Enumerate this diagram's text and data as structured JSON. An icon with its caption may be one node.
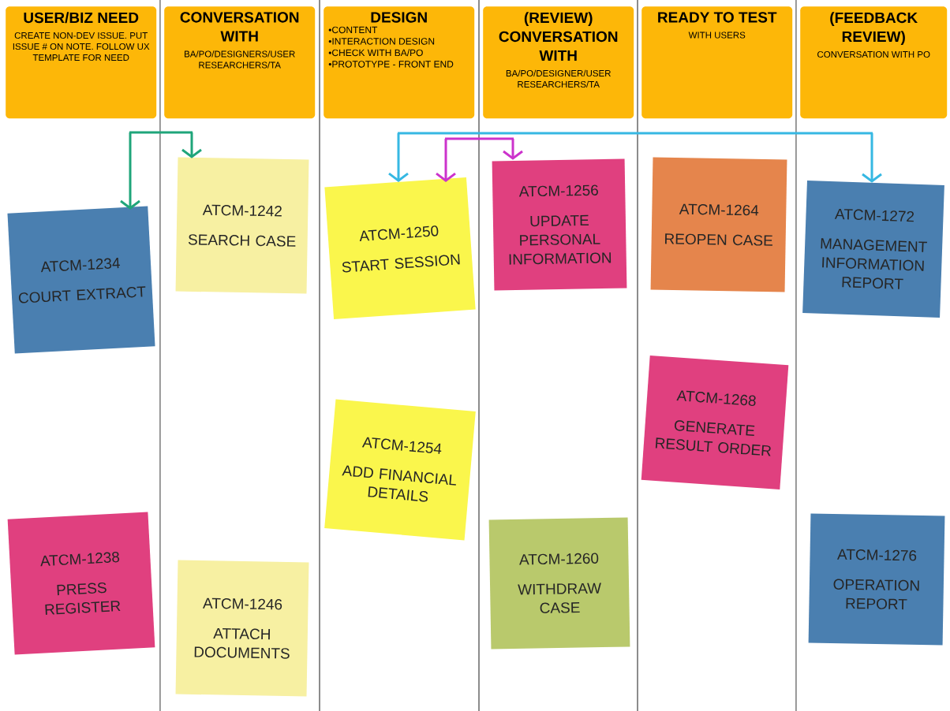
{
  "diagram": {
    "nodes": [
      {
        "text": [
          "USER/BIZ NEED",
          "CREATE NON-DEV ISSUE. PUT ISSUE # ON NOTE. FOLLOW UX TEMPLATE FOR NEED"
        ]
      },
      {
        "text": [
          "CONVERSATION WITH",
          "BA/PO/DESIGNERS/USER RESEARCHERS/TA"
        ]
      },
      {
        "text": [
          "DESIGN",
          "•CONTENT",
          "•INTERACTION DESIGN",
          "•CHECK WITH BA/PO",
          "•PROTOTYPE - FRONT END"
        ]
      },
      {
        "text": [
          "(REVIEW) CONVERSATION WITH",
          "BA/PO/DESIGNER/USER RESEARCHERS/TA"
        ]
      },
      {
        "text": [
          "READY TO TEST",
          "WITH USERS"
        ]
      },
      {
        "text": [
          "(FEEDBACK REVIEW)",
          "CONVERSATION WITH PO"
        ]
      },
      {
        "text": [
          "ATCM-1234",
          "COURT EXTRACT"
        ]
      },
      {
        "text": [
          "ATCM-1238",
          "PRESS REGISTER"
        ]
      },
      {
        "text": [
          "ATCM-1242",
          "SEARCH CASE"
        ]
      },
      {
        "text": [
          "ATCM-1246",
          "ATTACH DOCUMENTS"
        ]
      },
      {
        "text": [
          "ATCM-1250",
          "START SESSION"
        ]
      },
      {
        "text": [
          "ATCM-1254",
          "ADD FINANCIAL DETAILS"
        ]
      },
      {
        "text": [
          "ATCM-1256",
          "UPDATE PERSONAL INFORMATION"
        ]
      },
      {
        "text": [
          "ATCM-1260",
          "WITHDRAW CASE"
        ]
      },
      {
        "text": [
          "ATCM-1264",
          "REOPEN CASE"
        ]
      },
      {
        "text": [
          "ATCM-1268",
          "GENERATE RESULT ORDER"
        ]
      },
      {
        "text": [
          "ATCM-1272",
          "MANAGEMENT INFORMATION REPORT"
        ]
      },
      {
        "text": [
          "ATCM-1276",
          "OPERATION REPORT"
        ]
      }
    ],
    "edges": [
      {
        "from": null,
        "to": 6,
        "arrow": "to",
        "color": "#1fa57a"
      },
      {
        "from": null,
        "to": 8,
        "arrow": "to",
        "color": "#1fa57a"
      },
      {
        "from": null,
        "to": 10,
        "arrow": "to",
        "color": "#36b8e3"
      },
      {
        "from": null,
        "to": 16,
        "arrow": "to",
        "color": "#36b8e3"
      },
      {
        "from": null,
        "to": 10,
        "arrow": "to",
        "color": "#cc33cc"
      },
      {
        "from": null,
        "to": 12,
        "arrow": "to",
        "color": "#cc33cc"
      }
    ]
  }
}
